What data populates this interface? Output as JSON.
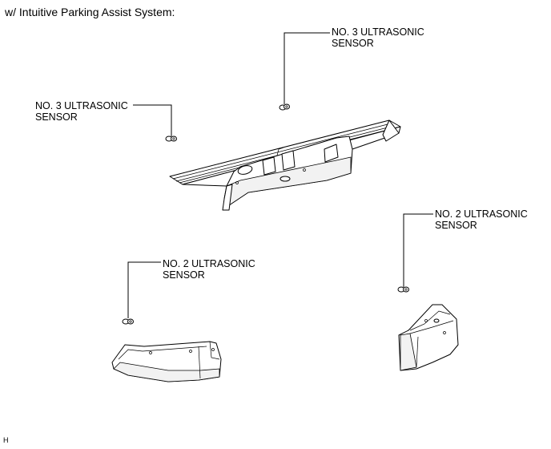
{
  "title": "w/ Intuitive Parking Assist System:",
  "callouts": [
    {
      "id": "top-center",
      "line1": "NO. 3 ULTRASONIC",
      "line2": "SENSOR"
    },
    {
      "id": "left-upper",
      "line1": "NO. 3 ULTRASONIC",
      "line2": "SENSOR"
    },
    {
      "id": "right-middle",
      "line1": "NO. 2 ULTRASONIC",
      "line2": "SENSOR"
    },
    {
      "id": "left-lower",
      "line1": "NO. 2 ULTRASONIC",
      "line2": "SENSOR"
    }
  ],
  "corner_mark": "H",
  "icons": [
    "ultrasonic-sensor-icon",
    "rear-bumper-center-icon",
    "rear-bumper-left-end-icon",
    "rear-bumper-right-end-icon"
  ]
}
